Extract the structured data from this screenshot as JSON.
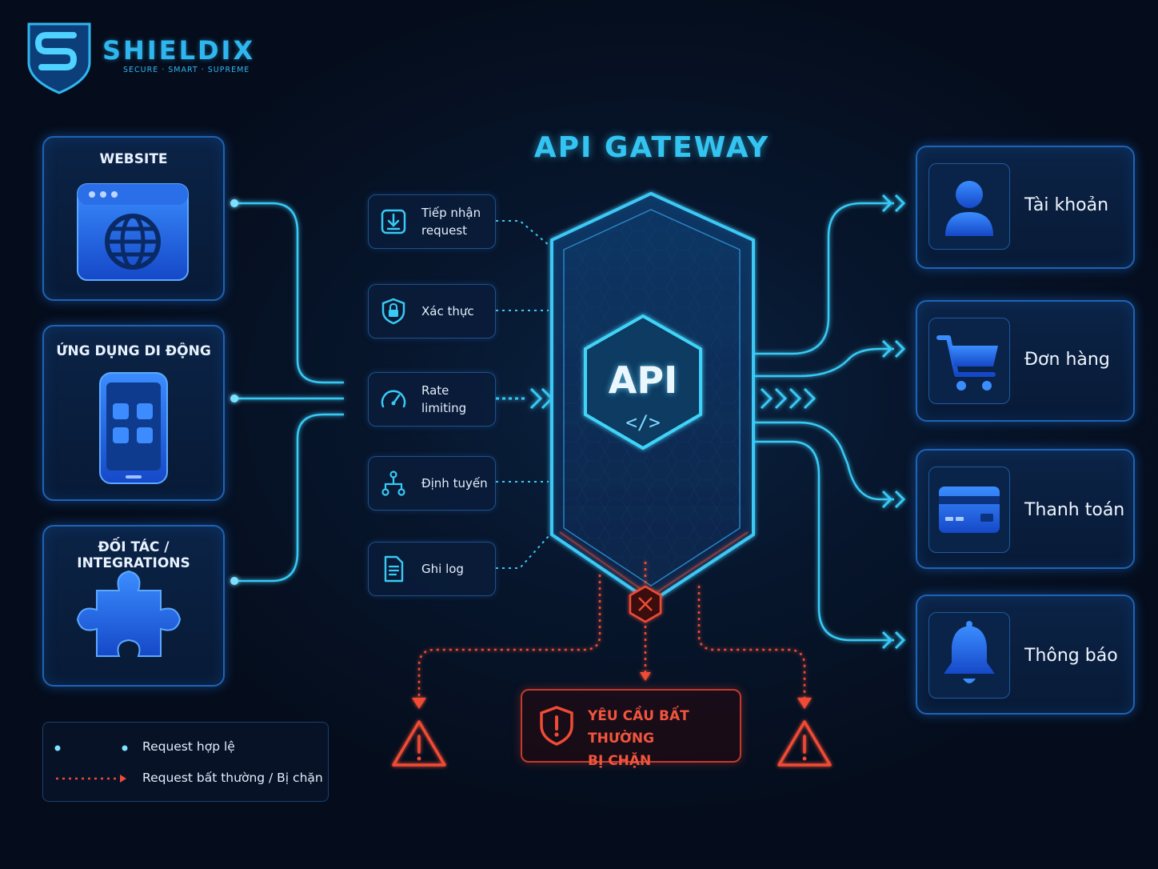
{
  "brand": {
    "name": "SHIELDIX",
    "tagline": "SECURE · SMART · SUPREME"
  },
  "title": "API GATEWAY",
  "sources": [
    {
      "label": "WEBSITE",
      "icon": "browser-globe-icon"
    },
    {
      "label": "ỨNG DỤNG DI ĐỘNG",
      "icon": "mobile-app-icon"
    },
    {
      "label": "ĐỐI TÁC / INTEGRATIONS",
      "icon": "puzzle-icon"
    }
  ],
  "steps": [
    {
      "label": "Tiếp nhận\nrequest",
      "icon": "download-icon"
    },
    {
      "label": "Xác thực",
      "icon": "shield-lock-icon"
    },
    {
      "label": "Rate limiting",
      "icon": "speedometer-icon"
    },
    {
      "label": "Định tuyến",
      "icon": "routing-icon"
    },
    {
      "label": "Ghi log",
      "icon": "document-icon"
    }
  ],
  "gateway": {
    "badge": "API",
    "code": "</>"
  },
  "services": [
    {
      "label": "Tài khoản",
      "icon": "user-icon"
    },
    {
      "label": "Đơn hàng",
      "icon": "cart-icon"
    },
    {
      "label": "Thanh toán",
      "icon": "credit-card-icon"
    },
    {
      "label": "Thông báo",
      "icon": "bell-icon"
    }
  ],
  "blocked": {
    "label": "YÊU CẦU BẤT THƯỜNG\nBỊ CHẶN",
    "icon": "warning-shield-icon"
  },
  "legend": {
    "valid": "Request hợp lệ",
    "blocked": "Request bất thường / Bị chặn"
  },
  "colors": {
    "valid": "#39c9f5",
    "blocked": "#ef4b35",
    "card_border": "#1e63b6",
    "background": "#050d1c"
  }
}
